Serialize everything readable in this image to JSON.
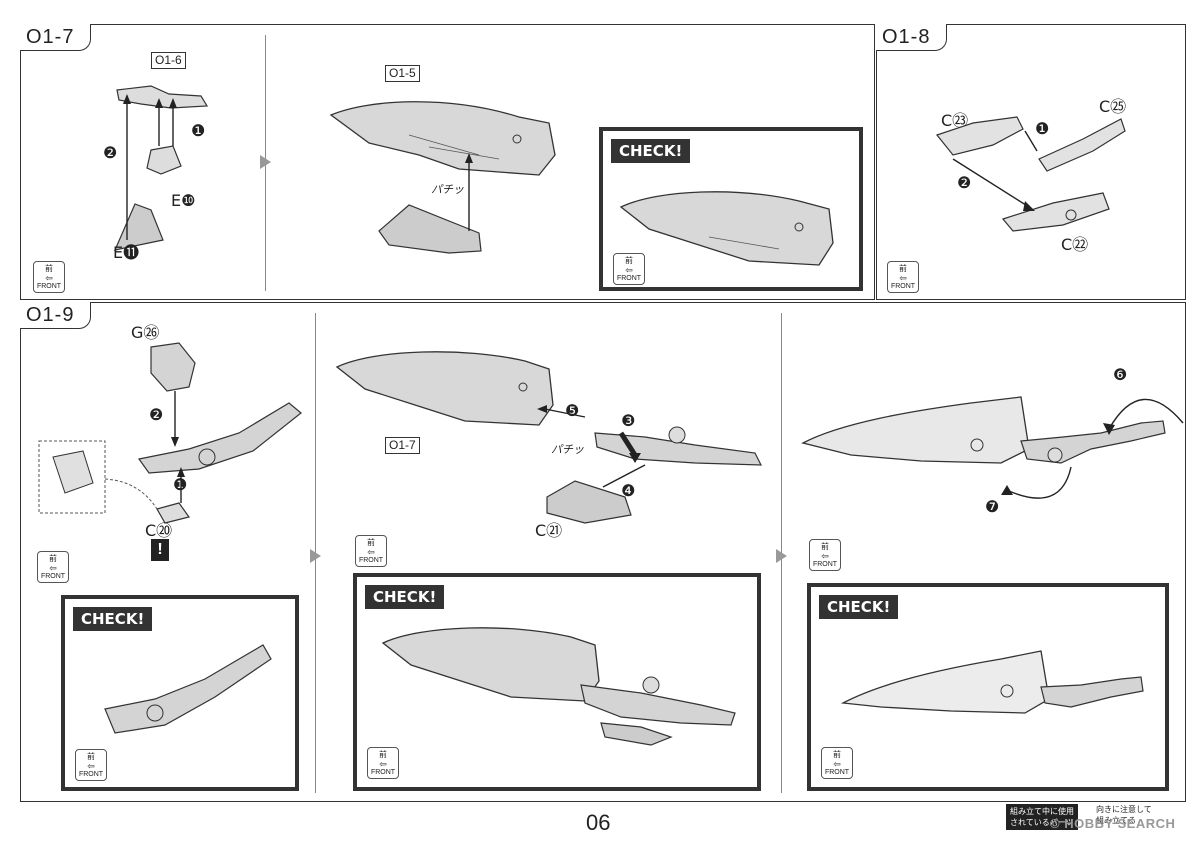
{
  "steps": {
    "s7": "O1-7",
    "s8": "O1-8",
    "s9": "O1-9"
  },
  "refs": {
    "r16": "O1-6",
    "r15": "O1-5",
    "r17": "O1-7"
  },
  "parts": {
    "e10": "E❿",
    "e11": "E⓫",
    "c23": "C㉓",
    "c25": "C㉕",
    "c22": "C㉒",
    "g26": "G㉖",
    "c20": "C⑳",
    "c21": "C㉑"
  },
  "step_numbers": {
    "n1": "❶",
    "n2": "❷",
    "n3": "❸",
    "n4": "❹",
    "n5": "❺",
    "n6": "❻",
    "n7": "❼"
  },
  "sound": "パチッ",
  "front_icon": {
    "kanji": "前",
    "label": "FRONT"
  },
  "check_label": "CHECK!",
  "warning": "!",
  "page_number": "06",
  "notes": {
    "left_line1": "組み立て中に使用",
    "left_line2": "されているパーツ",
    "right_line1": "向きに注意して",
    "right_line2": "組み立てる"
  },
  "watermark": "© HOBBY SEARCH",
  "colors": {
    "part_fill": "#d8d8d8",
    "outline": "#333333",
    "arrow": "#222222"
  }
}
